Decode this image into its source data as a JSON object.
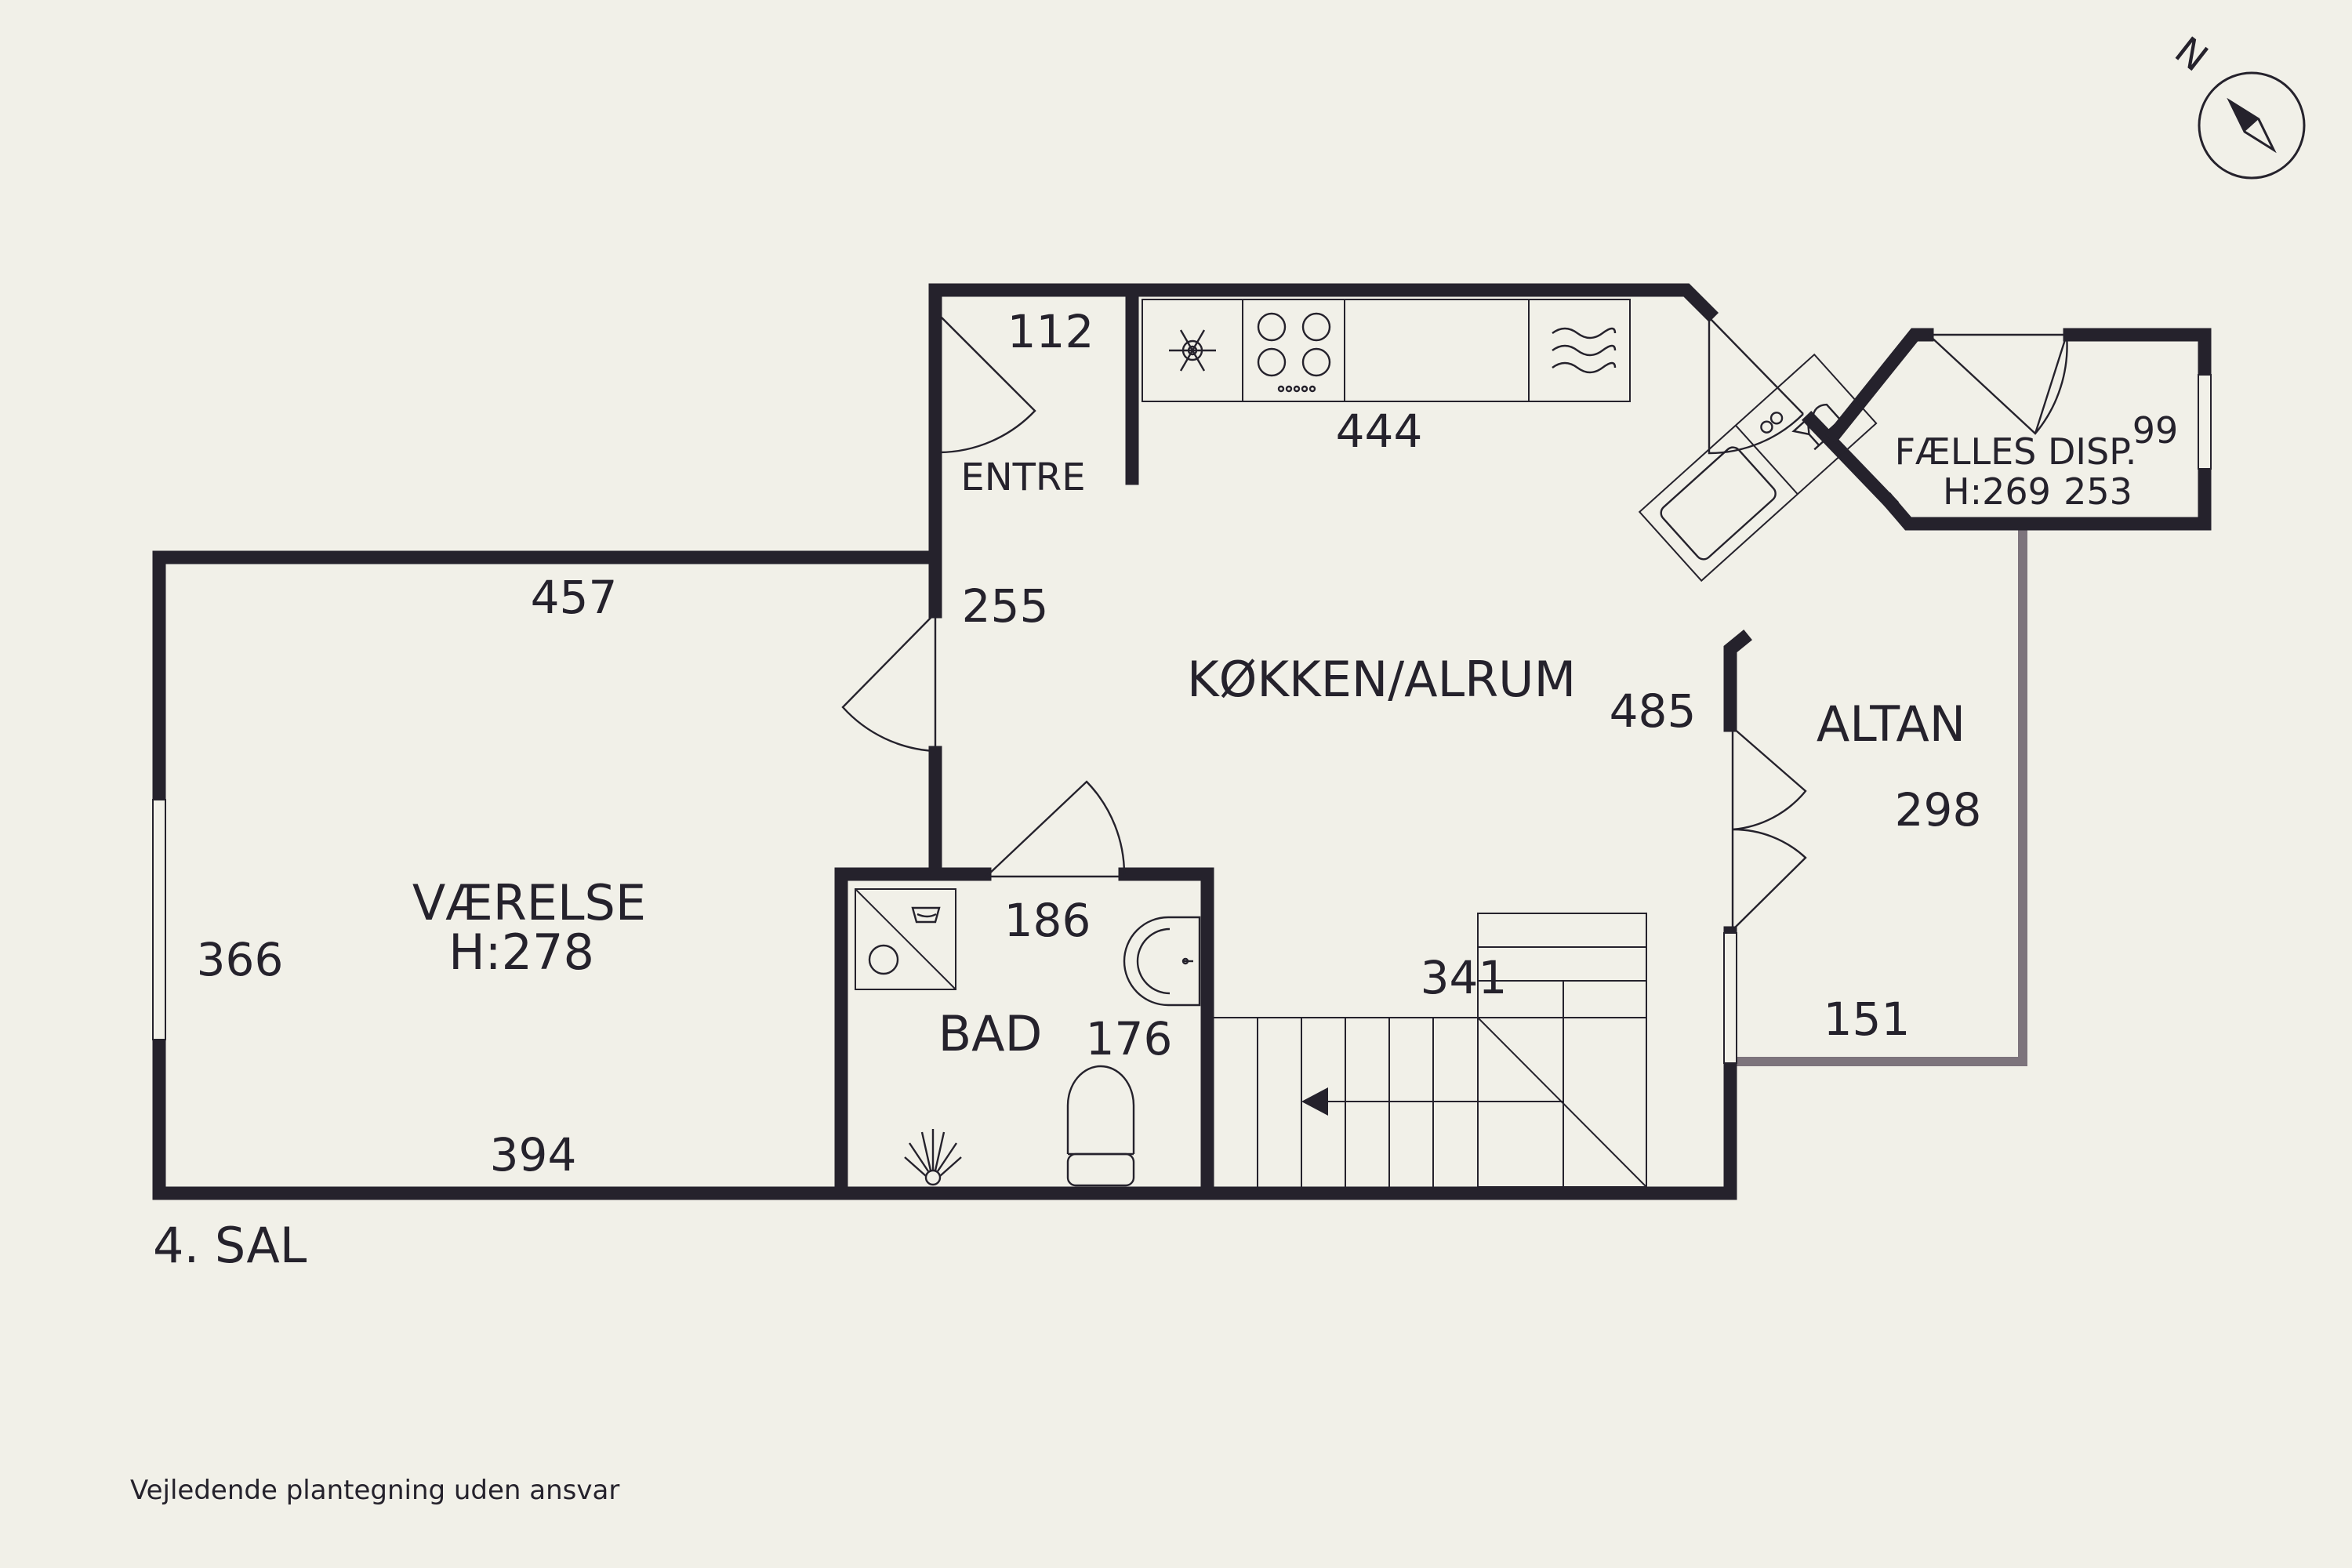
{
  "floor_label": "4. SAL",
  "disclaimer": "Vejledende plantegning uden ansvar",
  "compass": {
    "letter": "N"
  },
  "rooms": {
    "vaerelse": {
      "name": "VÆRELSE",
      "height": "H:278"
    },
    "entre": {
      "name": "ENTRE"
    },
    "koekken": {
      "name": "KØKKEN/ALRUM"
    },
    "bad": {
      "name": "BAD"
    },
    "altan": {
      "name": "ALTAN"
    },
    "faelles": {
      "name": "FÆLLES DISP.",
      "height": "H:269"
    }
  },
  "dimensions": {
    "d112": "112",
    "d444": "444",
    "d457": "457",
    "d255": "255",
    "d485": "485",
    "d366": "366",
    "d394": "394",
    "d186": "186",
    "d176": "176",
    "d341": "341",
    "d298": "298",
    "d151": "151",
    "d99": "99",
    "d253": "253"
  }
}
